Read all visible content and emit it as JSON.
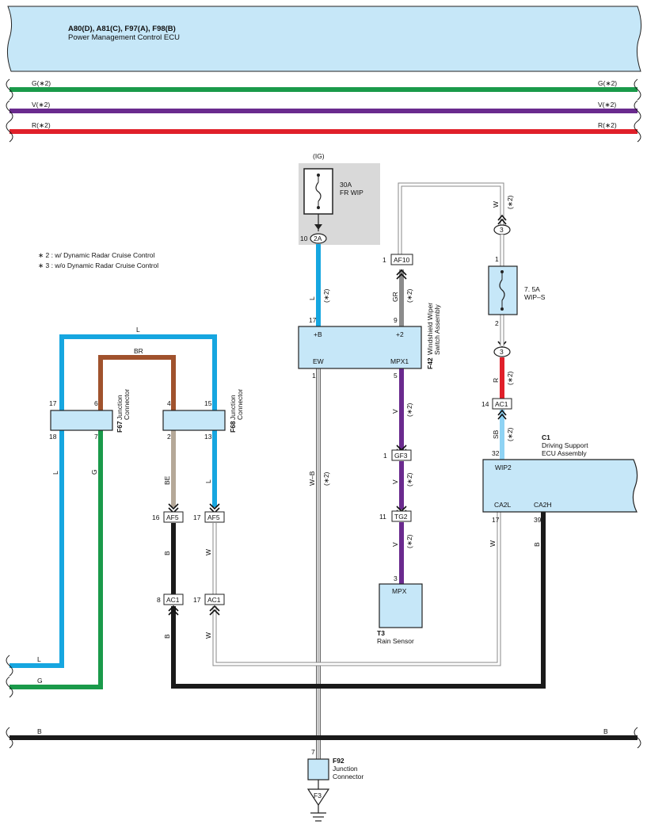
{
  "ecu_top": {
    "title": "A80(D), A81(C), F97(A), F98(B)",
    "subtitle": "Power Management Control ECU"
  },
  "bus": {
    "g": {
      "left": "G(∗2)",
      "right": "G(∗2)",
      "color": "#1a9a4a"
    },
    "v": {
      "left": "V(∗2)",
      "right": "V(∗2)",
      "color": "#6a2a8e"
    },
    "r": {
      "left": "R(∗2)",
      "right": "R(∗2)",
      "color": "#e0202a"
    }
  },
  "notes": [
    "∗ 2 : w/ Dynamic Radar Cruise Control",
    "∗ 3 : w/o Dynamic Radar Cruise Control"
  ],
  "fuse_fr_wip": {
    "supply": "(IG)",
    "amps": "30A",
    "name": "FR WIP",
    "pin": "10",
    "connector": "2A"
  },
  "fuse_wip_s": {
    "amps": "7. 5A",
    "name": "WIP–S",
    "pin_in": "1",
    "pin_out": "2",
    "wire_in": "W",
    "wire_out": "R",
    "note": "(∗2)",
    "tag": "3"
  },
  "f42": {
    "code": "F42",
    "name1": "Windshield Wiper",
    "name2": "Switch Assembly",
    "t_b": "+B",
    "t_2": "+2",
    "t_ew": "EW",
    "t_mpx1": "MPX1",
    "pin_b": "17",
    "pin_2": "9",
    "pin_ew": "1",
    "pin_mpx1": "5"
  },
  "f67": {
    "code": "F67",
    "name1": "Junction",
    "name2": "Connector",
    "p17": "17",
    "p6": "6",
    "p18": "18",
    "p7": "7"
  },
  "f68": {
    "code": "F68",
    "name1": "Junction",
    "name2": "Connector",
    "p4": "4",
    "p15": "15",
    "p2": "2",
    "p13": "13"
  },
  "c1": {
    "code": "C1",
    "name1": "Driving Support",
    "name2": "ECU Assembly",
    "wip2": "WIP2",
    "ca2l": "CA2L",
    "ca2h": "CA2H",
    "pin32": "32",
    "pin17": "17",
    "pin39": "39"
  },
  "t3": {
    "code": "T3",
    "name": "Rain Sensor",
    "terminal": "MPX",
    "pin": "3"
  },
  "f92": {
    "code": "F92",
    "name1": "Junction",
    "name2": "Connector",
    "pin": "7",
    "ground": "F3"
  },
  "inline": {
    "af10": {
      "pin": "1",
      "name": "AF10"
    },
    "gf3": {
      "pin": "1",
      "name": "GF3"
    },
    "tg2": {
      "pin": "11",
      "name": "TG2"
    },
    "ac1_right": {
      "pin": "14",
      "name": "AC1"
    },
    "af5_a": {
      "pin": "16",
      "name": "AF5"
    },
    "af5_b": {
      "pin": "17",
      "name": "AF5"
    },
    "ac1_a": {
      "pin": "8",
      "name": "AC1"
    },
    "ac1_b": {
      "pin": "17",
      "name": "AC1"
    }
  },
  "wires": {
    "l": "L",
    "br": "BR",
    "g": "G",
    "be": "BE",
    "b": "B",
    "w": "W",
    "gr": "GR",
    "v": "V",
    "sb": "SB",
    "wb": "W–B",
    "r": "R",
    "note": "(∗2)"
  },
  "bottom": {
    "l": "L",
    "g": "G",
    "b_left": "B",
    "b_right": "B"
  },
  "colors": {
    "box": "#c6e7f8",
    "cyan": "#16a6e0",
    "brown": "#a0522d",
    "green": "#1a9a4a",
    "black": "#1a1a1a",
    "gray": "#8c8c8c",
    "purple": "#6a2a8e",
    "red": "#e0202a",
    "sb": "#8fd3f4",
    "tan": "#b5a898",
    "fuse_bg": "#d9d9d9"
  }
}
